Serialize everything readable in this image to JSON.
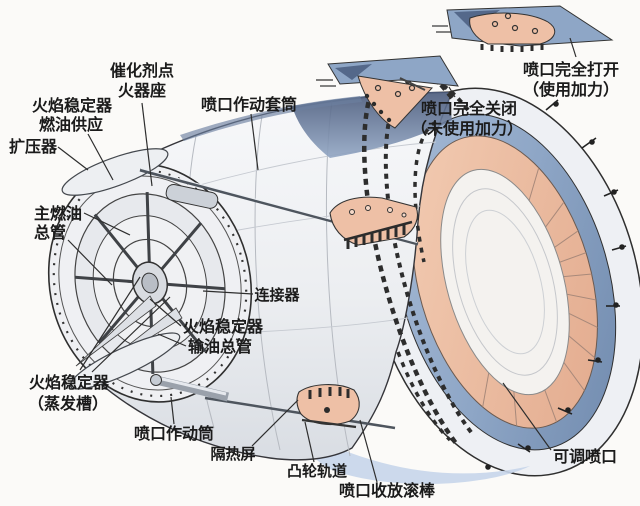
{
  "colors": {
    "background": "#fbfaf8",
    "ink": "#1b1b1b",
    "line": "#2e2e2e",
    "body_light": "#f1f2f4",
    "steel_shadow": "#aeb6c2",
    "navy": "#54688a",
    "blue_band": "#8ea6c6",
    "light_blue": "#c6d5ea",
    "pink": "#eec0a6",
    "pink_deep": "#dfa286"
  },
  "labels": {
    "catalyst_igniter_seat": {
      "line1": "催化剂点",
      "line2": "火器座"
    },
    "flame_stabilizer_fuel_supply": {
      "line1": "火焰稳定器",
      "line2": "燃油供应"
    },
    "diffuser": {
      "text": "扩压器"
    },
    "main_fuel_manifold": {
      "line1": "主燃油",
      "line2": "总管"
    },
    "nozzle_actuating_sleeve": {
      "text": "喷口作动套筒"
    },
    "nozzle_fully_open": {
      "line1": "喷口完全打开",
      "line2": "（使用加力）"
    },
    "nozzle_fully_closed": {
      "line1": "喷口完全关闭",
      "line2": "（未使用加力）"
    },
    "connector": {
      "text": "连接器"
    },
    "flame_stabilizer": {
      "text": "火焰稳定器"
    },
    "fuel_delivery_manifold": {
      "text": "输油总管"
    },
    "flame_stabilizer_evaporator": {
      "line1": "火焰稳定器",
      "line2": "（蒸发槽）"
    },
    "nozzle_actuator_cylinder": {
      "text": "喷口作动筒"
    },
    "heat_shield": {
      "text": "隔热屏"
    },
    "cam_track": {
      "text": "凸轮轨道"
    },
    "nozzle_retract_roller": {
      "text": "喷口收放滚棒"
    },
    "variable_nozzle": {
      "text": "可调喷口"
    }
  }
}
